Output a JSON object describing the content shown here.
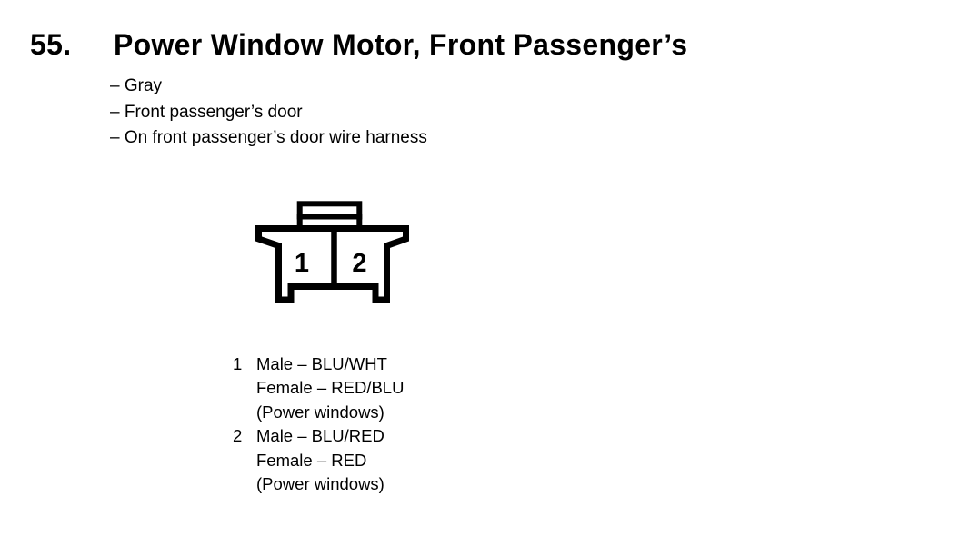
{
  "document": {
    "item_number": "55.",
    "title": "Power Window Motor, Front Passenger’s"
  },
  "details": [
    "– Gray",
    "– Front passenger’s door",
    "– On front passenger’s door wire harness"
  ],
  "connector": {
    "description": "2-cavity connector, front view",
    "cavities": [
      "1",
      "2"
    ]
  },
  "pins": [
    {
      "number": "1",
      "lines": [
        "Male – BLU/WHT",
        "Female – RED/BLU",
        "(Power windows)"
      ]
    },
    {
      "number": "2",
      "lines": [
        "Male – BLU/RED",
        "Female – RED",
        "(Power windows)"
      ]
    }
  ],
  "colors": {
    "ink": "#000000",
    "paper": "#ffffff"
  }
}
